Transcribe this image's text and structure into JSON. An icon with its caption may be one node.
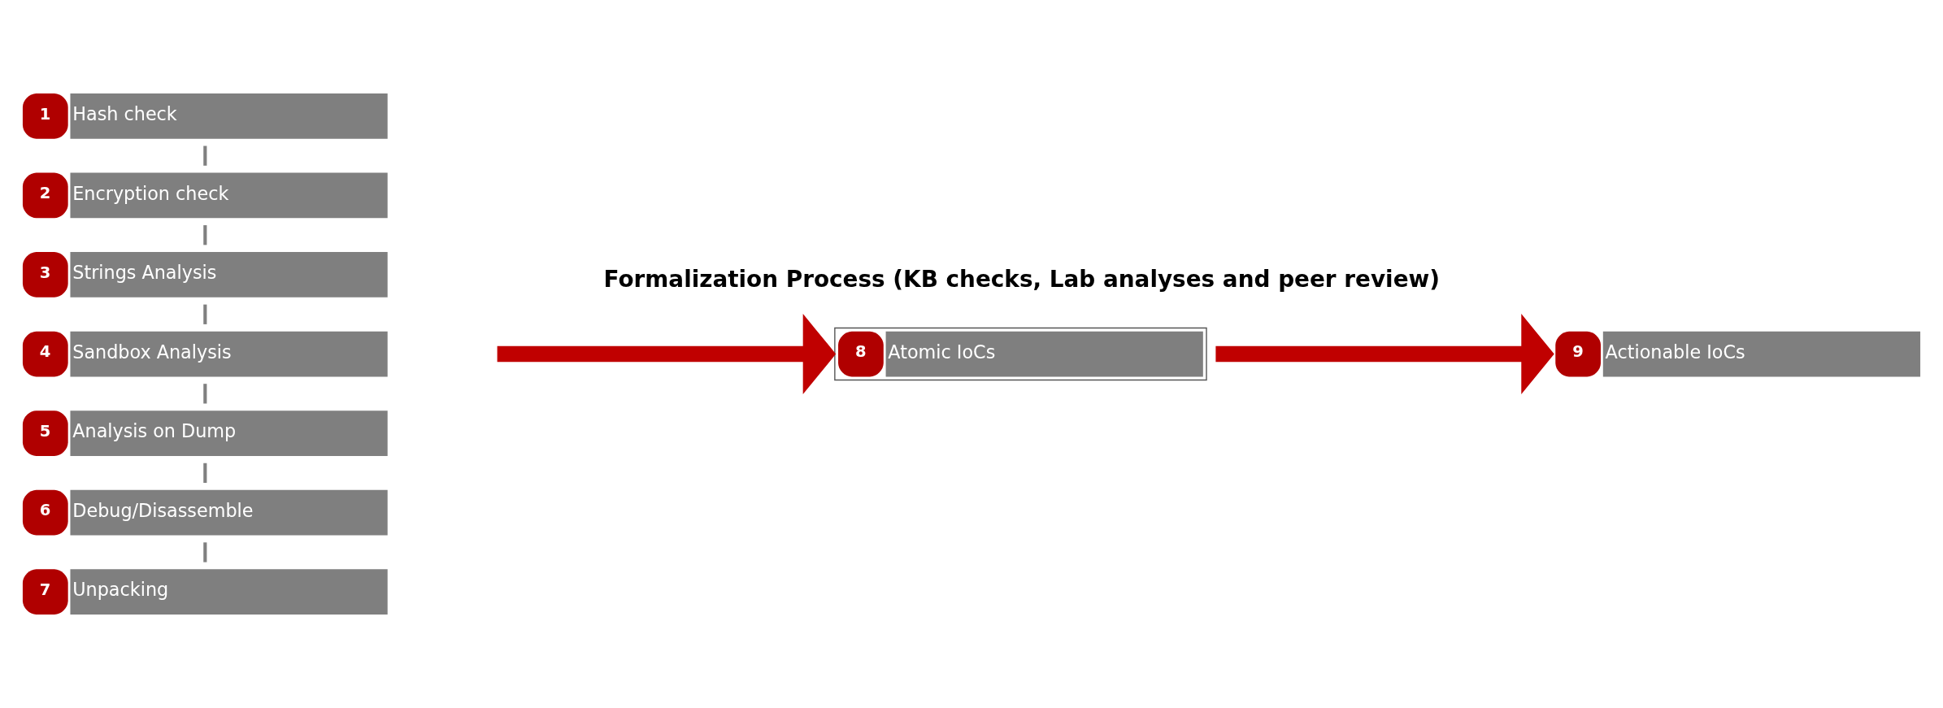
{
  "diagram": {
    "nodes": [
      {
        "text": [
          "1",
          "Hash check"
        ]
      },
      {
        "text": [
          "2",
          "Encryption check"
        ]
      },
      {
        "text": [
          "3",
          "Strings Analysis"
        ]
      },
      {
        "text": [
          "4",
          "Sandbox Analysis"
        ]
      },
      {
        "text": [
          "5",
          "Analysis on Dump"
        ]
      },
      {
        "text": [
          "6",
          "Debug/Disassemble"
        ]
      },
      {
        "text": [
          "7",
          "Unpacking"
        ]
      },
      {
        "text": [
          "8",
          "Atomic IoCs"
        ]
      },
      {
        "text": [
          "9",
          "Actionable IoCs"
        ]
      }
    ],
    "edges": [
      {
        "from": 0,
        "to": 1,
        "arrow": "none"
      },
      {
        "from": 1,
        "to": 2,
        "arrow": "none"
      },
      {
        "from": 2,
        "to": 3,
        "arrow": "none"
      },
      {
        "from": 3,
        "to": 4,
        "arrow": "none"
      },
      {
        "from": 4,
        "to": 5,
        "arrow": "none"
      },
      {
        "from": 5,
        "to": 6,
        "arrow": "none"
      },
      {
        "from": null,
        "to": 7,
        "arrow": "to",
        "style": "thick",
        "color": "#c00000"
      },
      {
        "from": 7,
        "to": 8,
        "arrow": "to",
        "style": "thick",
        "color": "#c00000"
      }
    ],
    "labels": [
      "Formalization Process (KB checks, Lab analyses and peer review)"
    ]
  }
}
